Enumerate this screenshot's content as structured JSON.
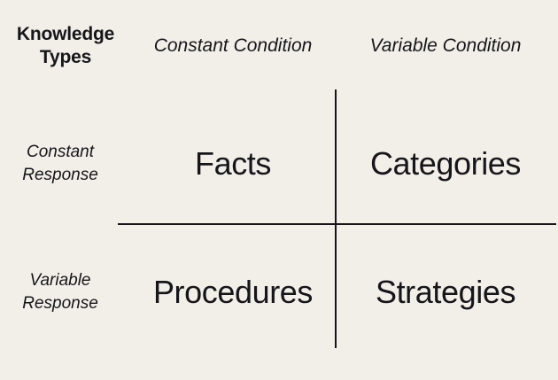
{
  "diagram": {
    "corner_label": "Knowledge Types",
    "columns": [
      {
        "label": "Constant Condition"
      },
      {
        "label": "Variable Condition"
      }
    ],
    "rows": [
      {
        "label": "Constant Response"
      },
      {
        "label": "Variable Response"
      }
    ],
    "quadrants": {
      "constant_response_constant_condition": "Facts",
      "constant_response_variable_condition": "Categories",
      "variable_response_constant_condition": "Procedures",
      "variable_response_variable_condition": "Strategies"
    },
    "colors": {
      "background": "#f2efe9",
      "text": "#16161a",
      "divider": "#16161a"
    }
  }
}
